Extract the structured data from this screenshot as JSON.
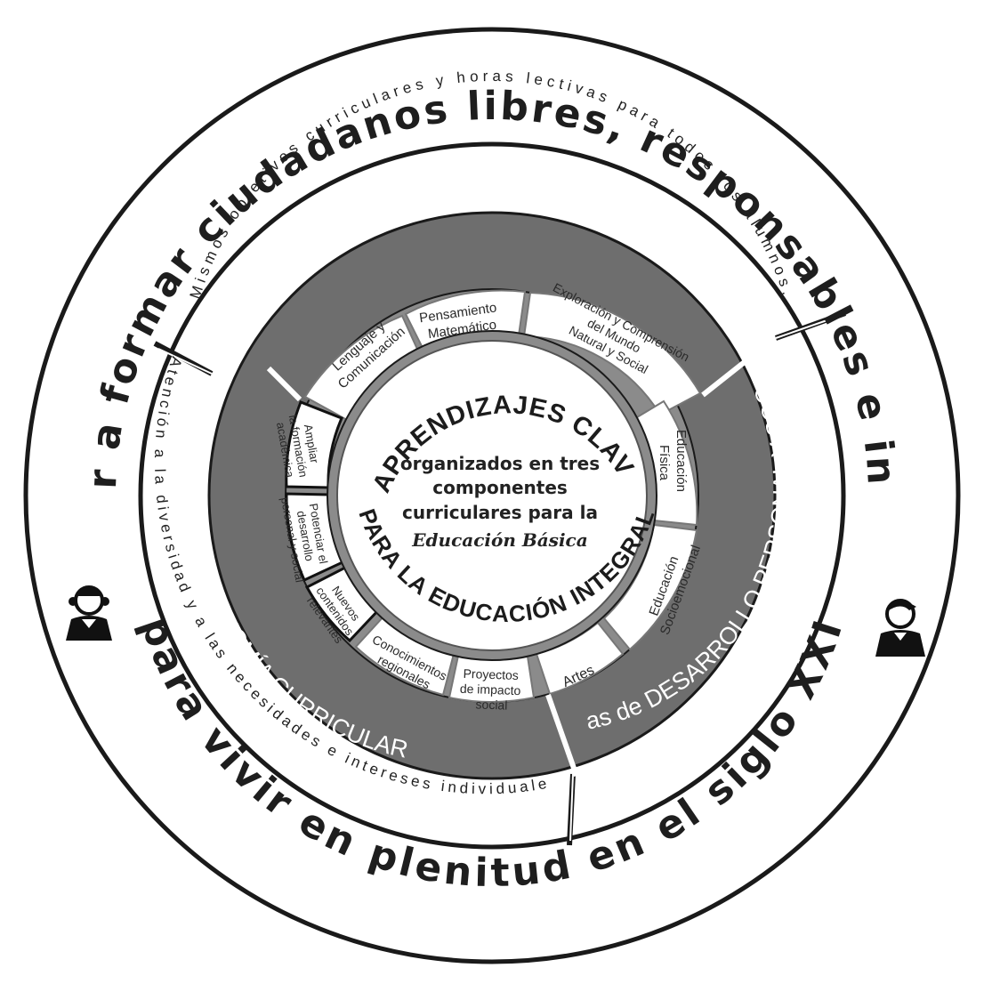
{
  "outer_ring": {
    "top": "Contribuir a formar ciudadanos libres, responsables e informados",
    "bottom": "para vivir en plenitud en el siglo XXI"
  },
  "bands": {
    "top": "Mismos objetivos curriculares y horas lectivas para todos los alumnos, a nivel nacional",
    "left": "Atención a la diversidad y a las necesidades e intereses individuales"
  },
  "components": {
    "formacion": {
      "title": "Campos de FORMACIÓN ACADÉMICA",
      "items": [
        [
          "Lenguaje y",
          "Comunicación"
        ],
        [
          "Pensamiento",
          "Matemático"
        ],
        [
          "Exploración y Comprensión",
          "del Mundo",
          "Natural y Social"
        ]
      ]
    },
    "desarrollo": {
      "title": "Áreas de DESARROLLO PERSONAL Y SOCIAL",
      "items": [
        [
          "Educación",
          "Física"
        ],
        [
          "Educación",
          "Socioemocional"
        ],
        [
          "Artes"
        ]
      ]
    },
    "autonomia": {
      "title": "Ámbitos de AUTONOMÍA CURRICULAR",
      "items": [
        [
          "Ampliar",
          "la formación",
          "académica"
        ],
        [
          "Potenciar el",
          "desarrollo",
          "personal y social"
        ],
        [
          "Nuevos",
          "contenidos",
          "relevantes"
        ],
        [
          "Conocimientos",
          "regionales"
        ],
        [
          "Proyectos",
          "de impacto",
          "social"
        ]
      ]
    }
  },
  "core": {
    "top_arc": "APRENDIZAJES CLAVE",
    "bottom_arc": "PARA LA EDUCACIÓN INTEGRAL",
    "lines": [
      "organizados en tres",
      "componentes",
      "curriculares para la"
    ],
    "emphasis": "Educación Básica"
  },
  "icons": {
    "left": "girl-student-icon",
    "right": "boy-student-icon"
  },
  "colors": {
    "dark_ring": "#6e6e6e",
    "mid_ring": "#868686",
    "light_segment": "#ffffff",
    "text": "#1e1e1e"
  }
}
